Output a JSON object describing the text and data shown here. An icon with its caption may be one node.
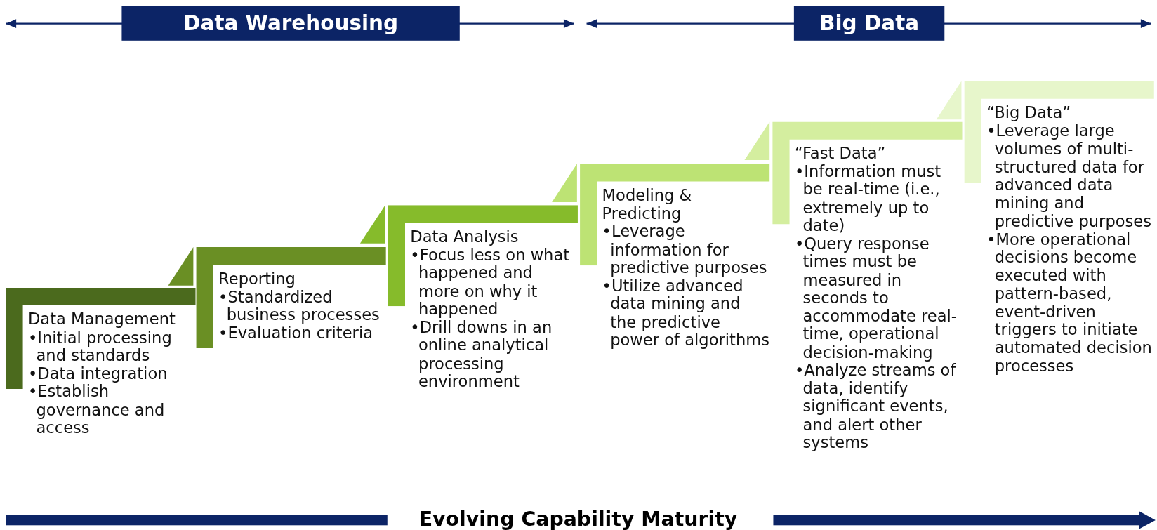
{
  "diagram": {
    "nodes": [
      {
        "text": [
          "Data Warehousing"
        ]
      },
      {
        "text": [
          "Big Data"
        ]
      },
      {
        "text": [
          "Data Management",
          "•Initial processing and standards",
          "•Data integration",
          "•Establish governance and access"
        ]
      },
      {
        "text": [
          "Reporting",
          "•Standardized business processes",
          "•Evaluation criteria"
        ]
      },
      {
        "text": [
          "Data Analysis",
          "•Focus less on what happened and more on why it happened",
          "•Drill downs in an online analytical processing environment"
        ]
      },
      {
        "text": [
          "Modeling & Predicting",
          "•Leverage information for predictive purposes",
          "•Utilize advanced data mining and the predictive power of algorithms"
        ]
      },
      {
        "text": [
          "“Fast Data”",
          "•Information must be real-time (i.e., extremely up to date)",
          "•Query response times must be measured in seconds to accommodate real-time, operational decision-making",
          "•Analyze streams of data, identify significant events, and alert other systems"
        ]
      },
      {
        "text": [
          "“Big Data”",
          "•Leverage large volumes of multi-structured data for advanced data mining and predictive purposes",
          "•More operational decisions become executed with pattern-based, event-driven triggers to initiate automated decision processes"
        ]
      }
    ],
    "edges": [],
    "labels": [
      "Evolving Capability Maturity"
    ]
  }
}
